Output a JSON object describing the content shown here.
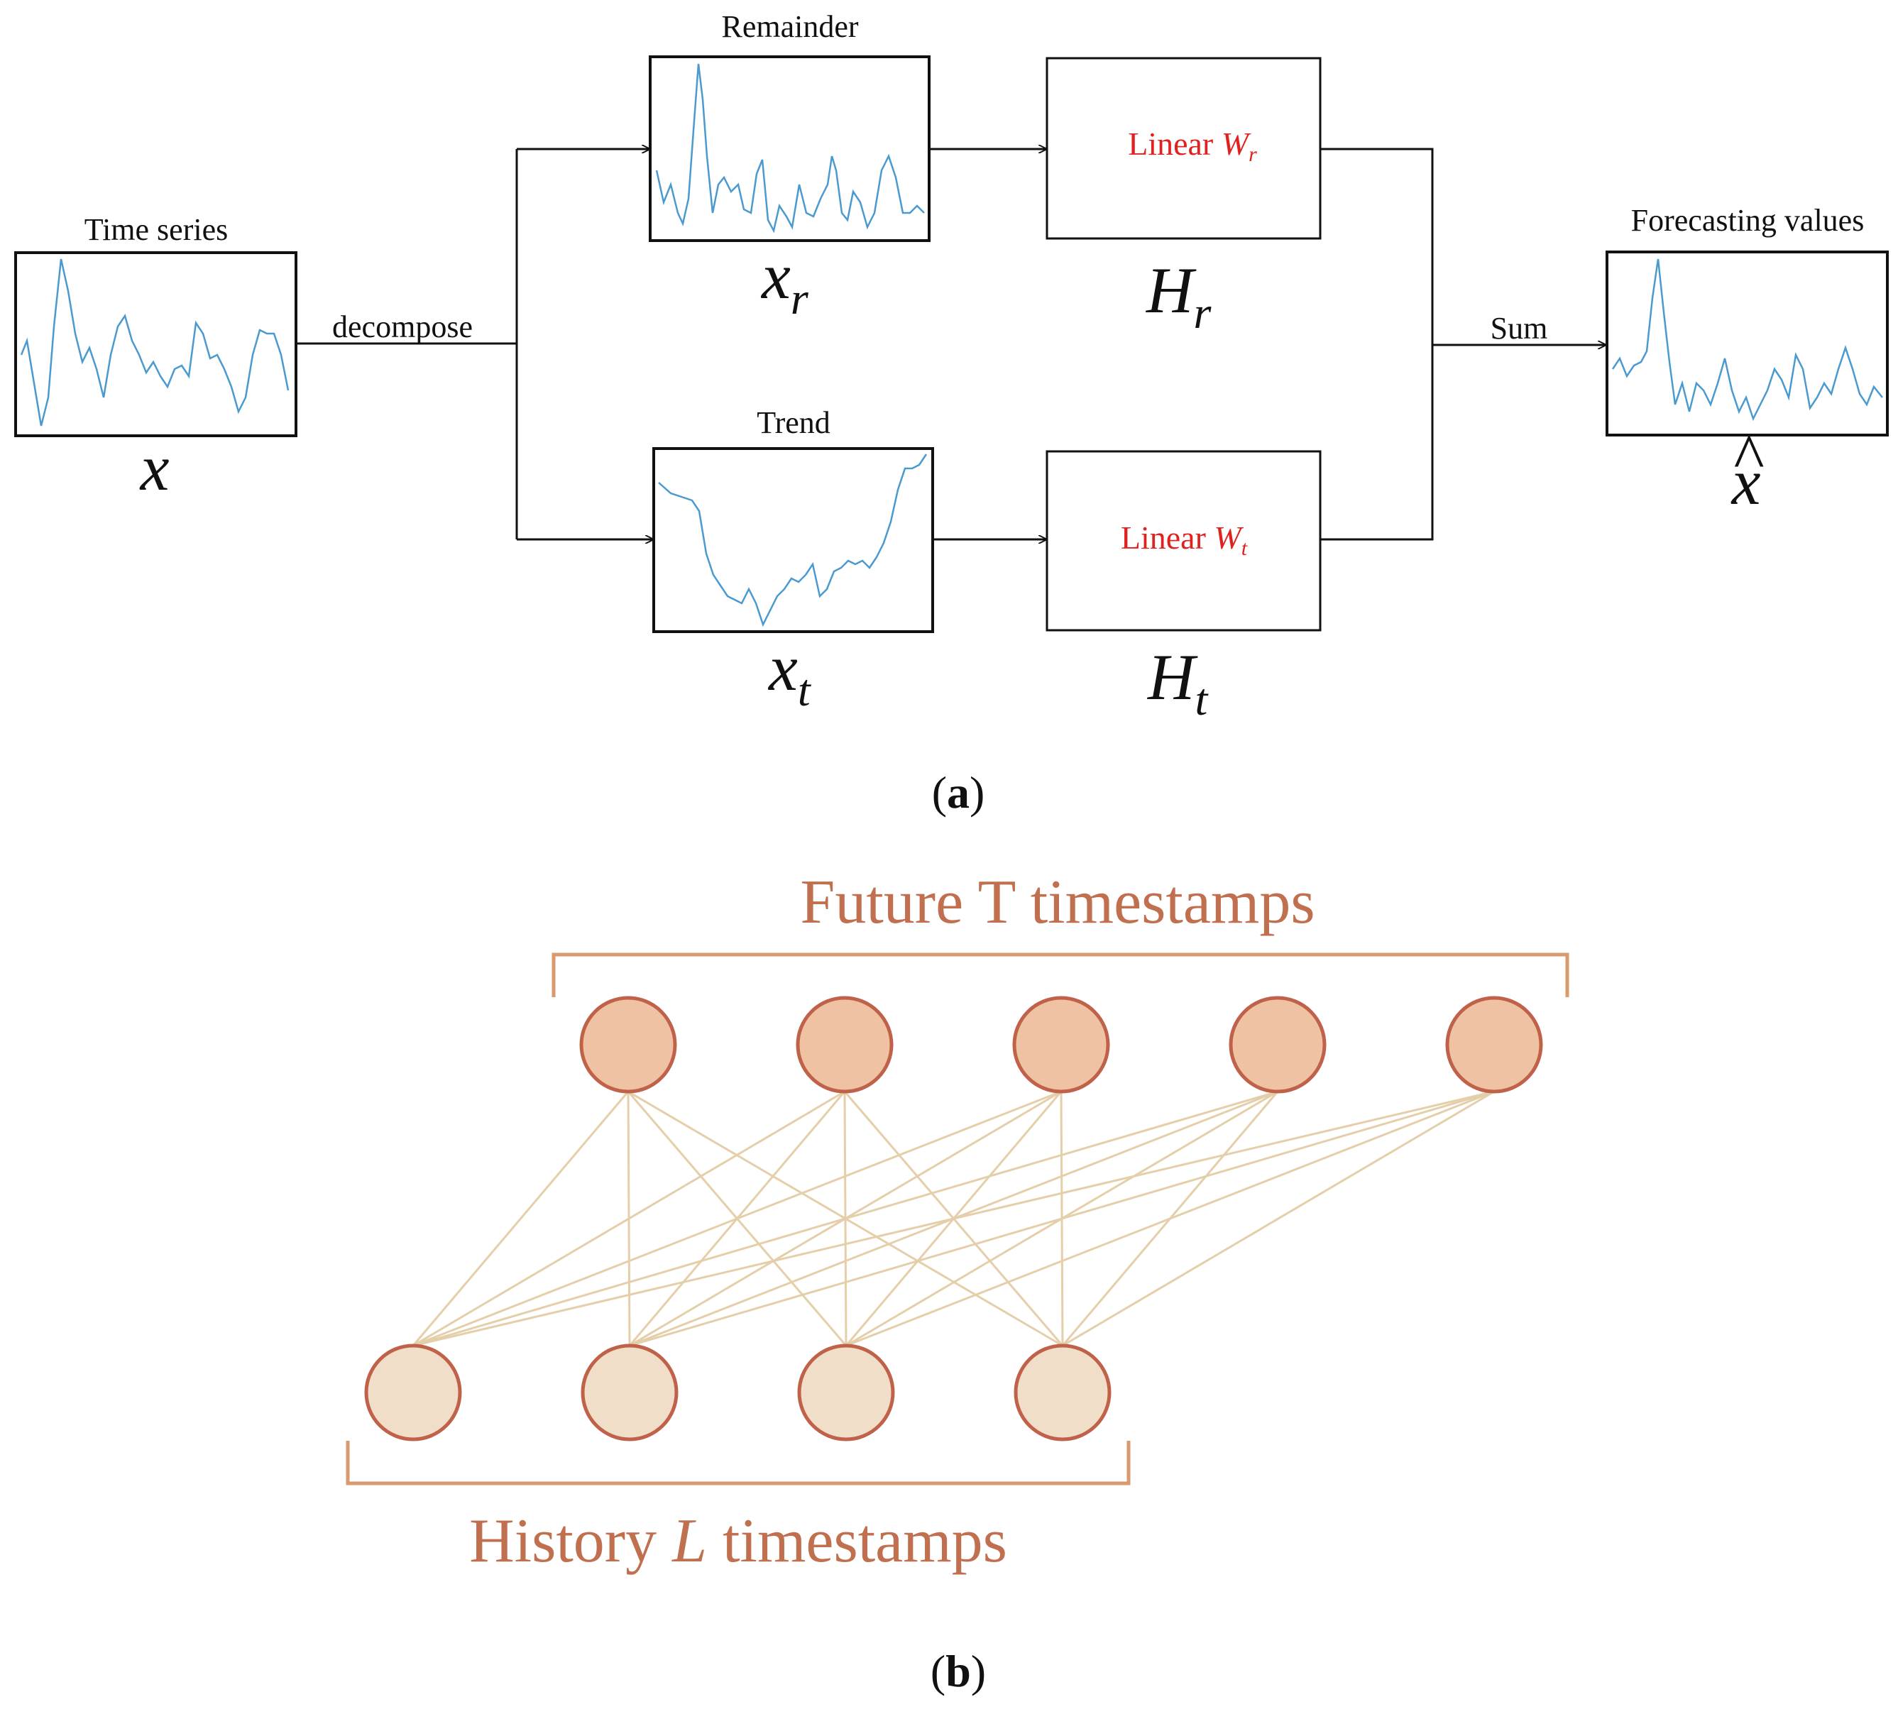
{
  "panel_a": {
    "caption_open": "(",
    "caption_letter": "a",
    "caption_close": ")",
    "input": {
      "title": "Time series",
      "var": "x"
    },
    "decompose_label": "decompose",
    "remainder": {
      "title": "Remainder",
      "var": "x",
      "sub": "r"
    },
    "trend": {
      "title": "Trend",
      "var": "x",
      "sub": "t"
    },
    "linear_r": {
      "label": "Linear ",
      "weight": "W",
      "weight_sub": "r",
      "var": "H",
      "sub": "r"
    },
    "linear_t": {
      "label": "Linear ",
      "weight": "W",
      "weight_sub": "t",
      "var": "H",
      "sub": "t"
    },
    "sum_label": "Sum",
    "output": {
      "title": "Forecasting values",
      "var": "x",
      "hat": "^"
    },
    "colors": {
      "series_line": "#4a9ad0",
      "box": "#111111",
      "linear_text": "#e0211f"
    }
  },
  "panel_b": {
    "caption_open": "(",
    "caption_letter": "b",
    "caption_close": ")",
    "future_label": "Future T timestamps",
    "history_prefix": "History ",
    "history_var": "L",
    "history_suffix": " timestamps",
    "future_nodes": 5,
    "history_nodes": 4,
    "colors": {
      "future_fill": "#efc2a4",
      "history_fill": "#f1dec9",
      "node_stroke": "#c0614a",
      "edge": "#e4cfaa",
      "bracket": "#d99a6e",
      "label": "#c0704e"
    }
  }
}
